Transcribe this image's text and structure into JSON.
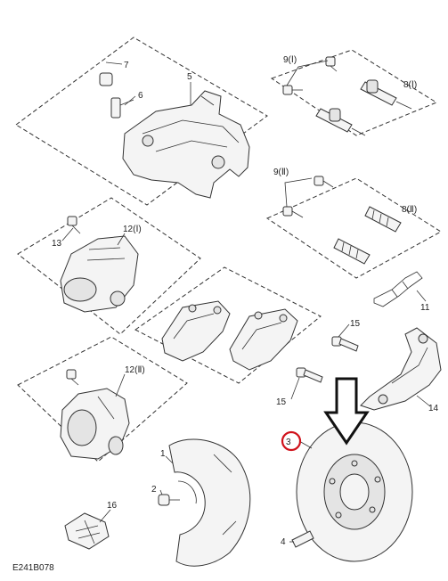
{
  "diagram": {
    "labels": {
      "p1": "1",
      "p2": "2",
      "p3": "3",
      "p4": "4",
      "p5": "5",
      "p6": "6",
      "p7": "7",
      "p8a": "8(Ⅰ)",
      "p8b": "8(Ⅱ)",
      "p9a": "9(Ⅰ)",
      "p9b": "9(Ⅱ)",
      "p11": "11",
      "p12a": "12(Ⅰ)",
      "p12b": "12(Ⅱ)",
      "p13": "13",
      "p14": "14",
      "p15a": "15",
      "p15b": "15",
      "p16": "16"
    },
    "code": "E241B078",
    "highlight_color": "#d0121b",
    "line_color": "#333333"
  }
}
